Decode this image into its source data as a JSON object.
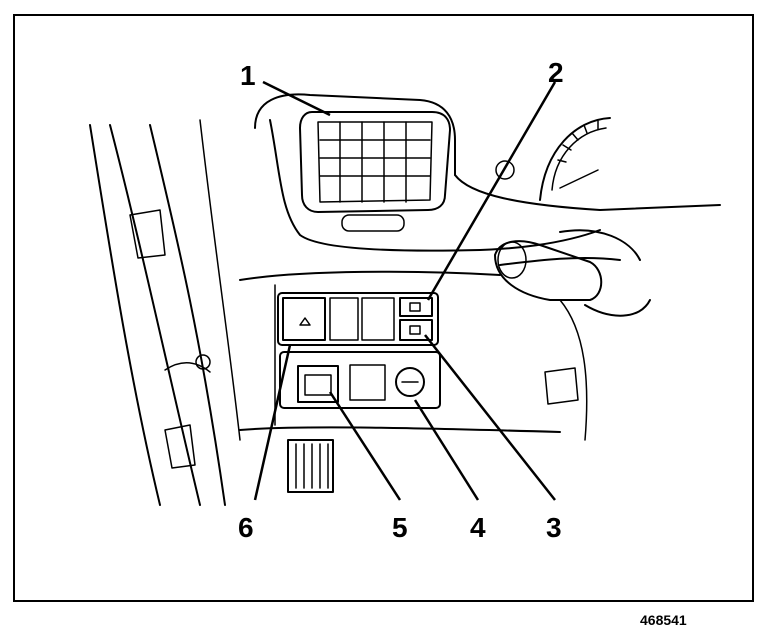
{
  "callouts": [
    "1",
    "2",
    "3",
    "4",
    "5",
    "6"
  ],
  "figure_id": "468541",
  "colors": {
    "ink": "#000000",
    "paper": "#ffffff"
  },
  "parts": [
    "air-vent",
    "switch-upper-right",
    "switch-lower-right",
    "rotary-knob",
    "outlet",
    "switch-left",
    "instrument-cluster",
    "shift-lever-knob",
    "door-pillar",
    "pedal"
  ]
}
